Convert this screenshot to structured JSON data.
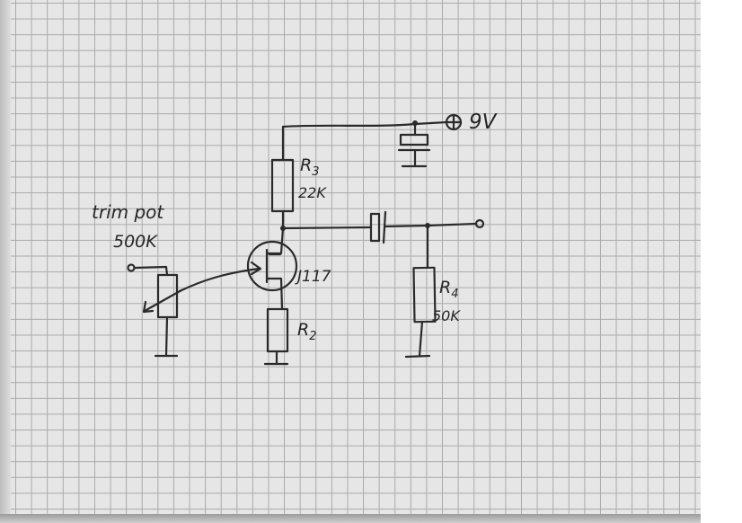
{
  "labels": {
    "supply": "9V",
    "r3_name": "R",
    "r3_sub": "3",
    "r3_value": "22K",
    "trim_line1": "trim pot",
    "trim_line2": "500K",
    "transistor": "J117",
    "r2_name": "R",
    "r2_sub": "2",
    "r4_name": "R",
    "r4_sub": "4",
    "r4_value": "50K"
  }
}
